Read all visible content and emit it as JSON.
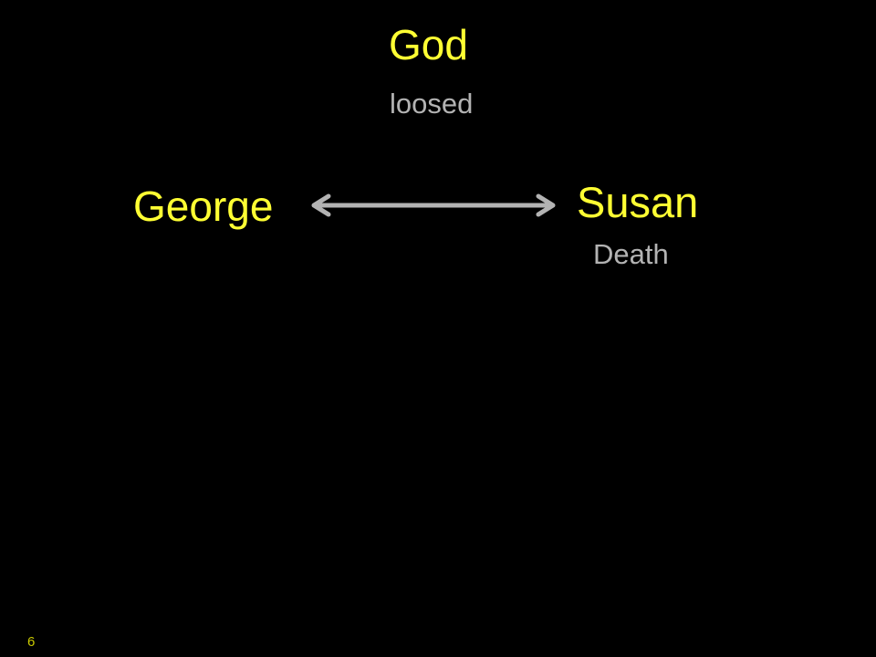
{
  "slide": {
    "page_number": "6",
    "background_color": "#000000"
  },
  "nodes": {
    "god": {
      "label": "God",
      "caption": "loosed"
    },
    "george": {
      "label": "George"
    },
    "susan": {
      "label": "Susan",
      "caption": "Death"
    }
  },
  "edges": [
    {
      "from": "george",
      "to": "susan",
      "style": "double-headed-arrow"
    }
  ],
  "colors": {
    "node_label": "#ffff33",
    "caption": "#b3b3b3",
    "arrow": "#b3b3b3",
    "page_number": "#c8c800"
  }
}
